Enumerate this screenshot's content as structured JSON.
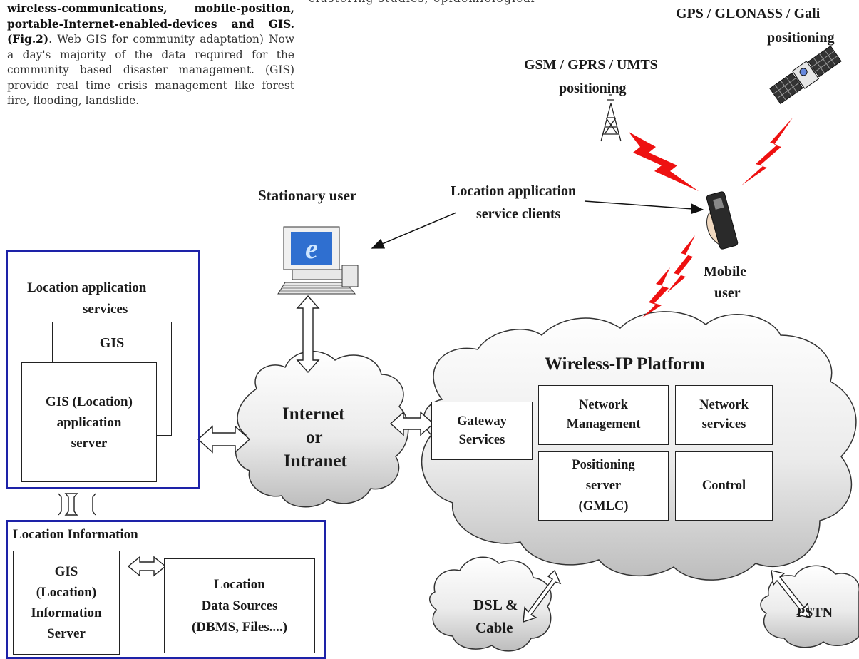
{
  "text": {
    "top_cut": "clustering studies, epidemiological",
    "para_bold": "wireless-communications, mobile-position, portable-Internet-enabled-devices and GIS. (Fig.2)",
    "para_rest": ". Web GIS for community adaptation) Now a day's majority of the data required for the community based disaster management. (GIS) provide real time crisis management like forest fire, flooding, landslide."
  },
  "diagram": {
    "gps_label": "GPS / GLONASS / Gali",
    "gps_positioning": "positioning",
    "gsm_label": "GSM / GPRS / UMTS",
    "gsm_positioning": "positioning",
    "stationary_user": "Stationary user",
    "location_clients_1": "Location application",
    "location_clients_2": "service clients",
    "mobile_user_1": "Mobile",
    "mobile_user_2": "user",
    "loc_app_services_1": "Location application",
    "loc_app_services_2": "services",
    "gis_box": "GIS",
    "gis_location_server": "GIS (Location)\napplication\nserver",
    "internet_1": "Internet",
    "internet_2": "or",
    "internet_3": "Intranet",
    "wireless_ip_platform": "Wireless-IP Platform",
    "gateway_services": "Gateway\nServices",
    "network_management": "Network\nManagement",
    "network_services": "Network\nservices",
    "positioning_server": "Positioning\nserver\n(GMLC)",
    "control": "Control",
    "location_information": "Location Information",
    "gis_info_server": "GIS\n(Location)\nInformation\nServer",
    "location_data_sources": "Location\nData Sources\n(DBMS, Files....)",
    "dsl_cable_1": "DSL &",
    "dsl_cable_2": "Cable",
    "pstn": "PSTN"
  },
  "colors": {
    "frame_blue": "#1d22a8",
    "lightning_red": "#ee1111",
    "cloud_fill": "#d9d9d9"
  }
}
